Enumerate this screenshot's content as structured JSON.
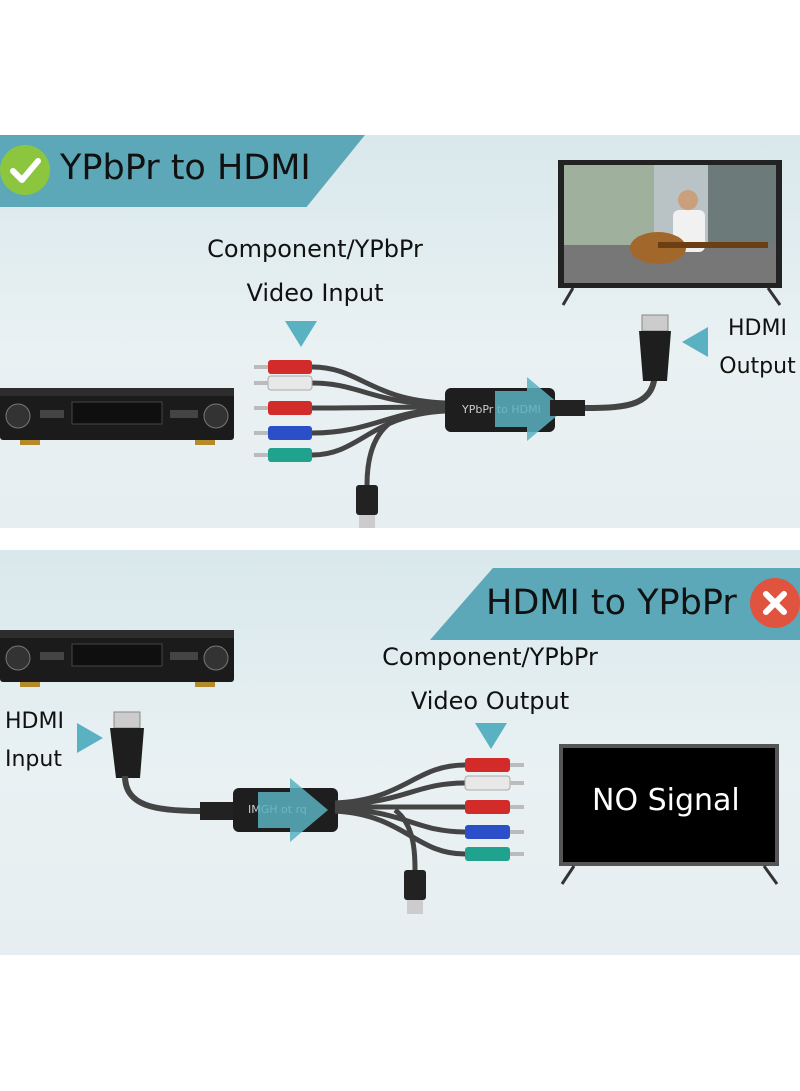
{
  "top_panel": {
    "title": "YPbPr to HDMI",
    "status_icon": "checkmark-icon",
    "status_color": "#8cc63f",
    "input_label_line1": "Component/YPbPr",
    "input_label_line2": "Video Input",
    "output_label_line1": "HDMI",
    "output_label_line2": "Output",
    "converter_text": "YPbPr to HDMI"
  },
  "bottom_panel": {
    "title": "HDMI to YPbPr",
    "status_icon": "x-icon",
    "status_color": "#e0533f",
    "input_label_line1": "HDMI",
    "input_label_line2": "Input",
    "output_label_line1": "Component/YPbPr",
    "output_label_line2": "Video Output",
    "converter_text": "IMGH ot rq",
    "tv_screen_text": "NO Signal"
  },
  "colors": {
    "banner": "#5ca8b8",
    "arrow": "#5ab1c2",
    "rca_red": "#d32a2a",
    "rca_white": "#e8e8e8",
    "rca_blue": "#2a4fc9",
    "rca_green": "#1fa38e"
  }
}
